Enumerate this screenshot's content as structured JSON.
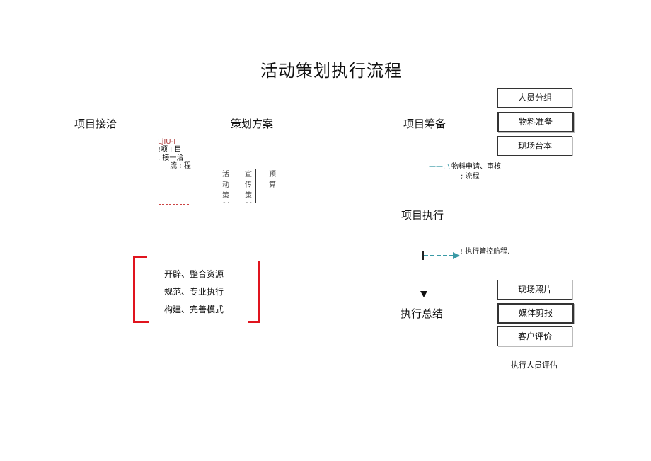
{
  "title": "活动策划执行流程",
  "stages": {
    "contact": "项目接洽",
    "plan": "策划方案",
    "prepare": "项目筹备",
    "execute": "项目执行",
    "summary": "执行总结"
  },
  "contact_fragment": {
    "top": "LjIU-I",
    "line1": "!项 I 目",
    "line2": ". 接一洽",
    "line3": "流 : 程"
  },
  "plan_columns": {
    "activity": "活动策划",
    "publicity": "宣传策划",
    "budget": "预算"
  },
  "prepare_boxes": [
    "人员分组",
    "物料准备",
    "现场台本"
  ],
  "material_note": {
    "prefix": "——. \\",
    "line1": "物料申请、审核",
    "line2": "; 流程"
  },
  "execute_note": "! 执行管控航程.",
  "summary_boxes": [
    "现场照片",
    "媒体剪报",
    "客户评价"
  ],
  "summary_note": "执行人员评估",
  "principles": [
    "开辟、整合资源",
    "规范、专业执行",
    "构建、完善模式"
  ],
  "colors": {
    "bracket_red": "#e0141e",
    "arrow_teal": "#3a9aa6"
  }
}
